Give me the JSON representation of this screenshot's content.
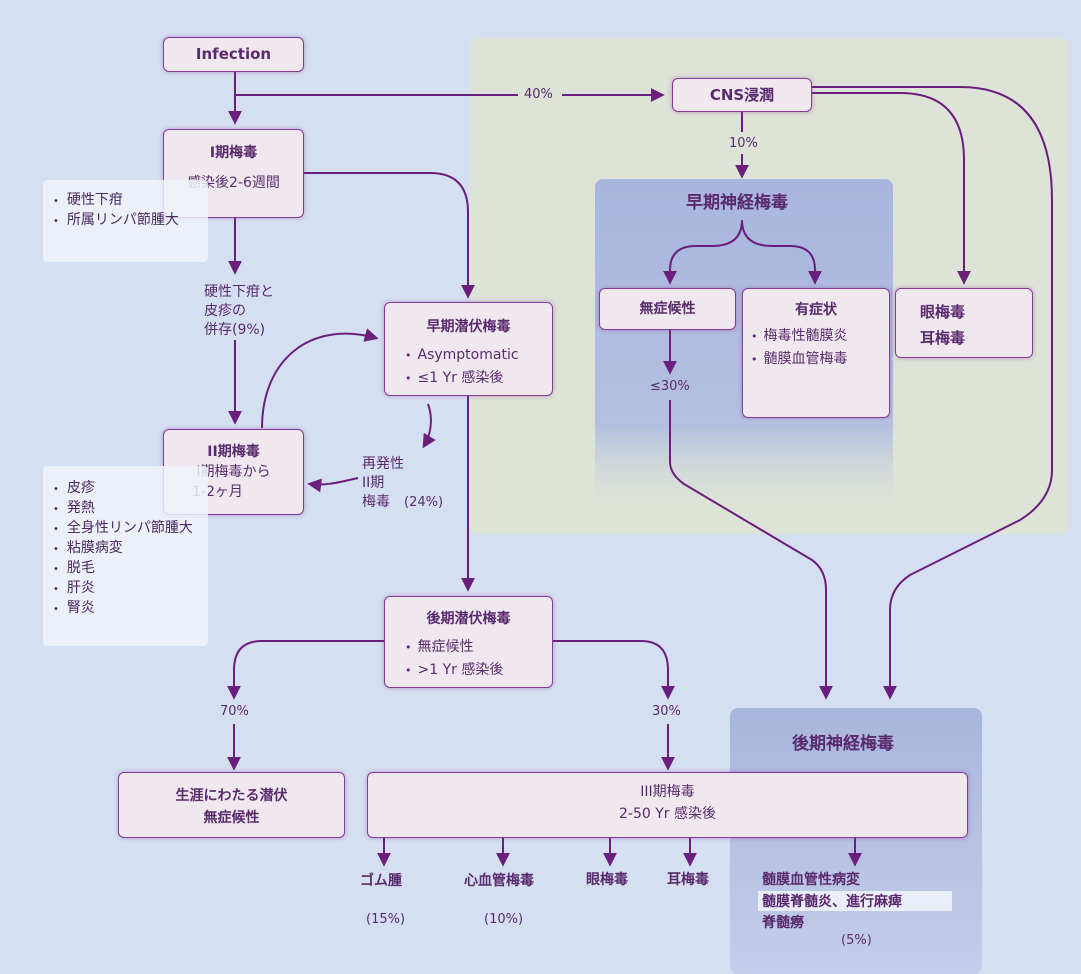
{
  "nodes": {
    "infection": "Infection",
    "cns": "CNS浸潤",
    "primary": {
      "title": "I期梅毒",
      "sub": "感染後2-6週間"
    },
    "early_latent": {
      "title": "早期潜伏梅毒",
      "items": [
        "Asymptomatic",
        "≤1 Yr 感染後"
      ]
    },
    "secondary": {
      "title": "II期梅毒",
      "sub1": "I期梅毒から",
      "sub2": "1-2ヶ月"
    },
    "late_latent": {
      "title": "後期潜伏梅毒",
      "items": [
        "無症候性",
        ">1 Yr 感染後"
      ]
    },
    "lifelong": {
      "line1": "生涯にわたる潜伏",
      "line2": "無症候性"
    },
    "tertiary": {
      "line1": "III期梅毒",
      "line2": "2-50 Yr 感染後"
    },
    "asymptomatic": "無症候性",
    "symptomatic": {
      "title": "有症状",
      "items": [
        "梅毒性髄膜炎",
        "髄膜血管梅毒"
      ]
    },
    "ocular_otic": {
      "line1": "眼梅毒",
      "line2": "耳梅毒"
    }
  },
  "sections": {
    "early_neuro": "早期神経梅毒",
    "late_neuro": "後期神経梅毒"
  },
  "side_panels": {
    "primary_symptoms": [
      "硬性下疳",
      "所属リンパ節腫大"
    ],
    "secondary_symptoms": [
      "皮疹",
      "発熱",
      "全身性リンパ節腫大",
      "粘膜病変",
      "脱毛",
      "肝炎",
      "腎炎"
    ]
  },
  "edge_labels": {
    "to_cns": "40%",
    "cns_early": "10%",
    "coexist": [
      "硬性下疳と",
      "皮疹の",
      "併存(9%)"
    ],
    "relapse": [
      "再発性",
      "II期",
      "梅毒"
    ],
    "relapse_pct": "(24%)",
    "asym_pct": "≤30%",
    "lifelong_pct": "70%",
    "tertiary_pct": "30%"
  },
  "outcomes": {
    "gumma": "ゴム腫",
    "gumma_pct": "(15%)",
    "cardio": "心血管梅毒",
    "cardio_pct": "(10%)",
    "ocular": "眼梅毒",
    "otic": "耳梅毒",
    "late_neuro_items": [
      "髄膜血管性病変",
      "髄膜脊髄炎、進行麻痺",
      "脊髄癆"
    ],
    "late_neuro_pct": "(5%)"
  },
  "colors": {
    "accent": "#6b1f7c",
    "box_fill": "#efe9ef",
    "cns_region": "#dde3d5",
    "neuro_panel": "#aab7dc",
    "background": "#d4e0f1"
  }
}
